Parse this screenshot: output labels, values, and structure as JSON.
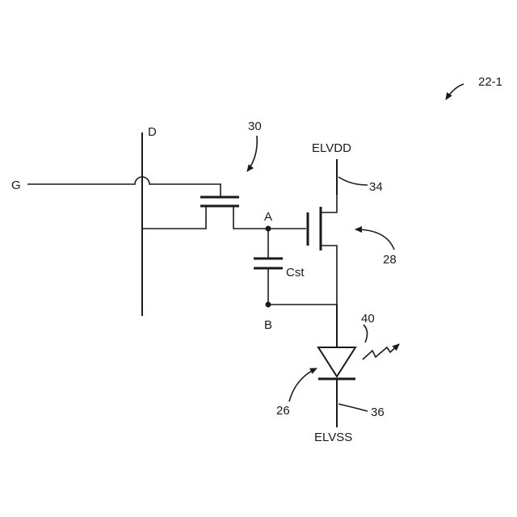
{
  "figure": {
    "ref": "22-1",
    "terminals": {
      "data_line": "D",
      "gate_line": "G",
      "supply_high": "ELVDD",
      "supply_low": "ELVSS"
    },
    "nodes": {
      "a": "A",
      "b": "B"
    },
    "capacitor": "Cst",
    "reference_numerals": {
      "switch_transistor": "30",
      "drive_transistor": "28",
      "supply_line": "34",
      "ground_line": "36",
      "led": "26",
      "emission": "40"
    }
  }
}
